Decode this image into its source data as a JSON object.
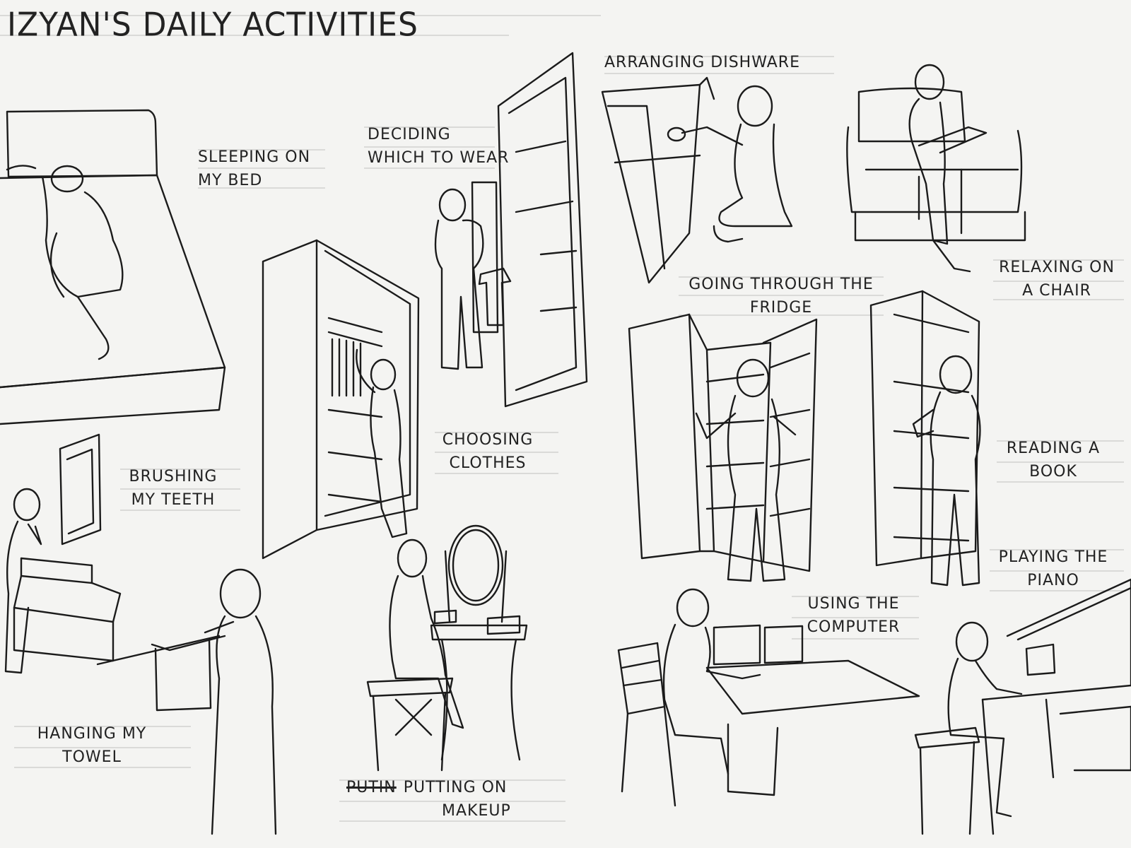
{
  "title": "IZYAN'S DAILY ACTIVITIES",
  "labels": {
    "sleeping": [
      "SLEEPING ON",
      "MY BED"
    ],
    "deciding": [
      "DECIDING",
      "WHICH TO WEAR"
    ],
    "arranging": "ARRANGING DISHWARE",
    "relaxing": [
      "RELAXING ON",
      "A CHAIR"
    ],
    "fridge": [
      "GOING THROUGH THE",
      "FRIDGE"
    ],
    "choosing": [
      "CHOOSING",
      "CLOTHES"
    ],
    "brushing": [
      "BRUSHING",
      "MY TEETH"
    ],
    "reading": [
      "READING A",
      "BOOK"
    ],
    "piano": [
      "PLAYING THE",
      "PIANO"
    ],
    "computer": [
      "USING THE",
      "COMPUTER"
    ],
    "towel": [
      "HANGING MY",
      "TOWEL"
    ],
    "makeup_struck": "PUTIN",
    "makeup": [
      "PUTTING ON",
      "MAKEUP"
    ]
  }
}
